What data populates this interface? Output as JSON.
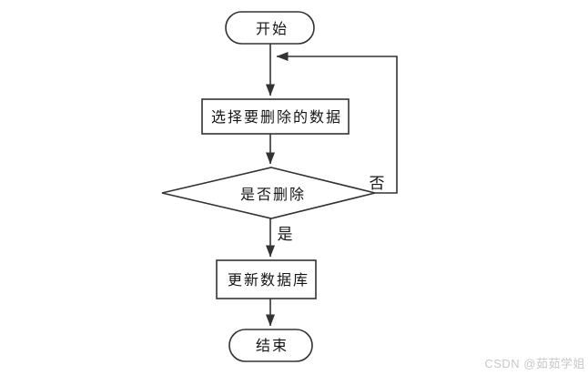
{
  "flowchart": {
    "nodes": {
      "start": {
        "label": "开始",
        "type": "terminator"
      },
      "select": {
        "label": "选择要删除的数据",
        "type": "process"
      },
      "decision": {
        "label": "是否删除",
        "type": "decision"
      },
      "update": {
        "label": "更新数据库",
        "type": "process"
      },
      "end": {
        "label": "结束",
        "type": "terminator"
      }
    },
    "edge_labels": {
      "yes": "是",
      "no": "否"
    },
    "colors": {
      "stroke": "#333333",
      "text": "#161616",
      "background": "#ffffff",
      "watermark": "#c9c9c9"
    }
  },
  "watermark": {
    "text": "CSDN @茹茹学姐"
  }
}
